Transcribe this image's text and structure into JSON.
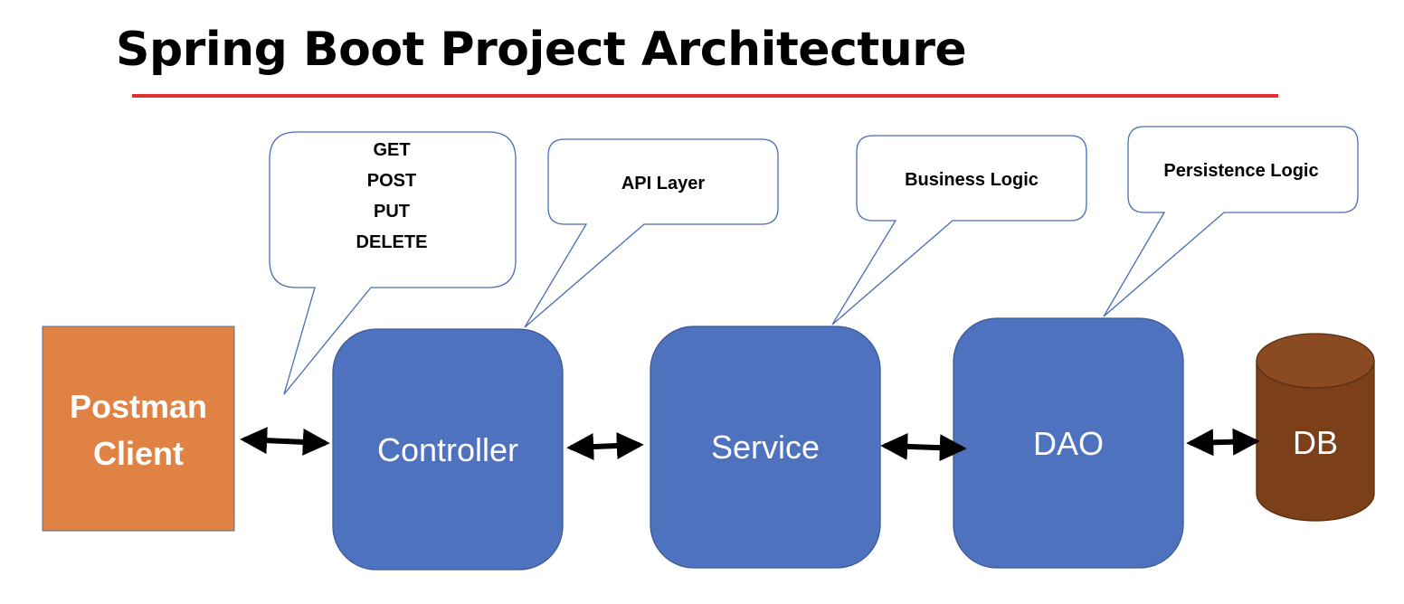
{
  "title": "Spring Boot Project Architecture",
  "colors": {
    "title_rule": "#e0322a",
    "client_fill": "#e08244",
    "layer_fill": "#4f72be",
    "db_fill": "#7b3f1a",
    "bubble_stroke": "#4a6bb5"
  },
  "client": {
    "lines": [
      "Postman",
      "Client"
    ]
  },
  "layers": [
    {
      "label": "Controller"
    },
    {
      "label": "Service"
    },
    {
      "label": "DAO"
    }
  ],
  "database": {
    "label": "DB"
  },
  "callouts": {
    "http_methods": [
      "GET",
      "POST",
      "PUT",
      "DELETE"
    ],
    "controller_role": "API Layer",
    "service_role": "Business Logic",
    "dao_role": "Persistence Logic"
  }
}
